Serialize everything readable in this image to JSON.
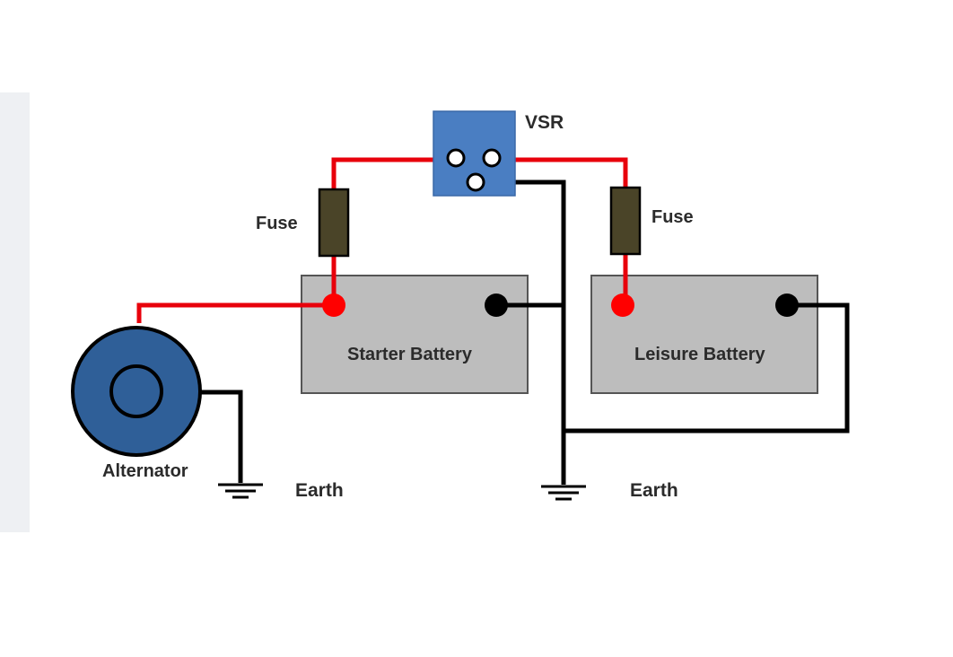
{
  "labels": {
    "vsr": "VSR",
    "fuse_left": "Fuse",
    "fuse_right": "Fuse",
    "starter_battery": "Starter Battery",
    "leisure_battery": "Leisure Battery",
    "alternator": "Alternator",
    "earth_left": "Earth",
    "earth_right": "Earth"
  },
  "colors": {
    "positive_wire": "#e8000b",
    "negative_wire": "#000000",
    "battery_fill": "#bdbdbd",
    "vsr_fill": "#4a7ec2",
    "alternator_fill": "#2f5f98",
    "fuse_fill": "#4a4428"
  }
}
